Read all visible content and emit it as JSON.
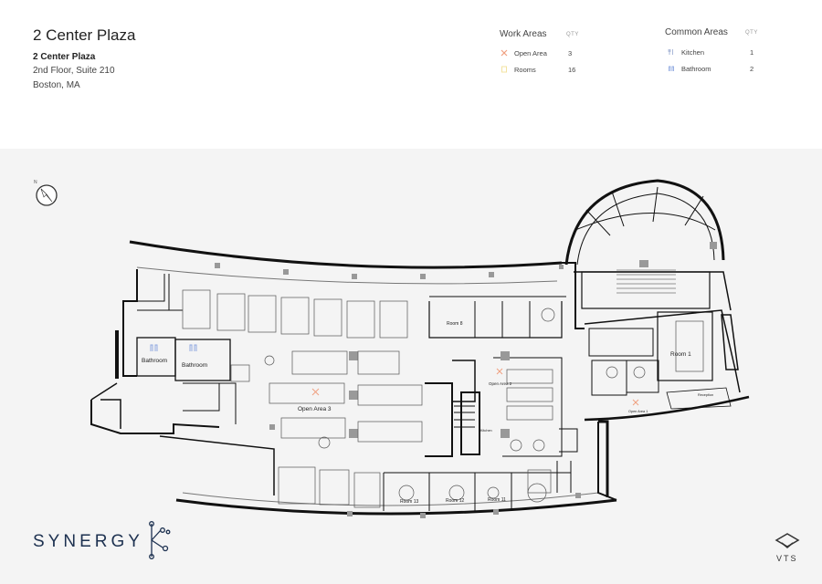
{
  "header": {
    "title": "2 Center Plaza",
    "address_name": "2 Center Plaza",
    "address_line1": "2nd Floor, Suite 210",
    "address_line2": "Boston, MA"
  },
  "legend": {
    "work_areas": {
      "title": "Work Areas",
      "qty_label": "QTY",
      "items": [
        {
          "label": "Open Area",
          "qty": "3",
          "icon": "open-area-icon",
          "color": "#f0a080"
        },
        {
          "label": "Rooms",
          "qty": "16",
          "icon": "room-icon",
          "color": "#f3e3a0"
        }
      ]
    },
    "common_areas": {
      "title": "Common Areas",
      "qty_label": "QTY",
      "items": [
        {
          "label": "Kitchen",
          "qty": "1",
          "icon": "kitchen-icon",
          "color": "#aab8d8"
        },
        {
          "label": "Bathroom",
          "qty": "2",
          "icon": "bathroom-icon",
          "color": "#8fa8e0"
        }
      ]
    }
  },
  "compass": {
    "north_label": "N"
  },
  "floorplan": {
    "labels": {
      "bathroom_1": "Bathroom",
      "bathroom_2": "Bathroom",
      "open_area_1": "Open Area 1",
      "open_area_2": "Open Area 2",
      "open_area_3": "Open Area 3",
      "room_1": "Room 1",
      "room_8": "Room 8",
      "room_11": "Room 11",
      "room_12": "Room 12",
      "room_13": "Room 13",
      "kitchen": "Kitchen",
      "reception": "Reception"
    }
  },
  "branding": {
    "logo_text": "SYNERGY",
    "vts_text": "VTS"
  }
}
